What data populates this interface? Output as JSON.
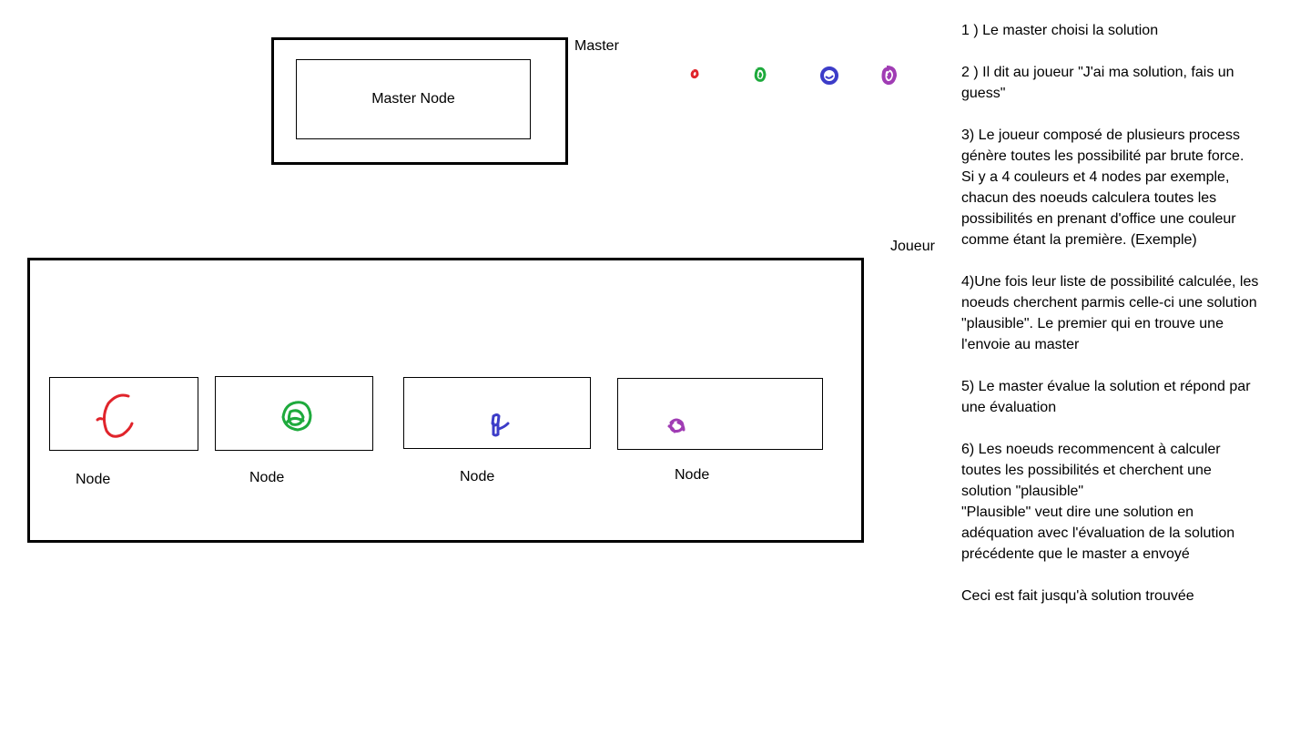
{
  "master": {
    "label": "Master",
    "node_label": "Master Node"
  },
  "joueur": {
    "label": "Joueur",
    "nodes": [
      {
        "label": "Node",
        "color": "#e0242b"
      },
      {
        "label": "Node",
        "color": "#1eaa3c"
      },
      {
        "label": "Node",
        "color": "#3c3cc8"
      },
      {
        "label": "Node",
        "color": "#a03cb4"
      }
    ]
  },
  "palette": [
    "#e0242b",
    "#1eaa3c",
    "#3c3cc8",
    "#a03cb4"
  ],
  "steps": [
    [
      "1 ) Le master choisi la solution"
    ],
    [
      "2 ) Il dit au joueur \"J'ai ma solution, fais un",
      "guess\""
    ],
    [
      "3) Le joueur composé de plusieurs process",
      "génère toutes les possibilité par brute force.",
      "Si y a 4 couleurs et 4 nodes par exemple,",
      "chacun des noeuds calculera toutes les",
      "possibilités en prenant d'office une couleur",
      "comme étant la première. (Exemple)"
    ],
    [
      "4)Une fois leur liste de possibilité calculée, les",
      "noeuds cherchent parmis celle-ci une solution",
      "\"plausible\". Le premier qui en trouve une",
      "l'envoie au master"
    ],
    [
      "5) Le master évalue la solution et répond par",
      "une évaluation"
    ],
    [
      "6) Les noeuds recommencent à calculer",
      "toutes les possibilités et cherchent une",
      "solution \"plausible\"",
      "\"Plausible\" veut dire une solution en",
      "adéquation avec l'évaluation de la solution",
      "précédente que le master a envoyé"
    ],
    [
      "Ceci est fait jusqu'à solution trouvée"
    ]
  ]
}
